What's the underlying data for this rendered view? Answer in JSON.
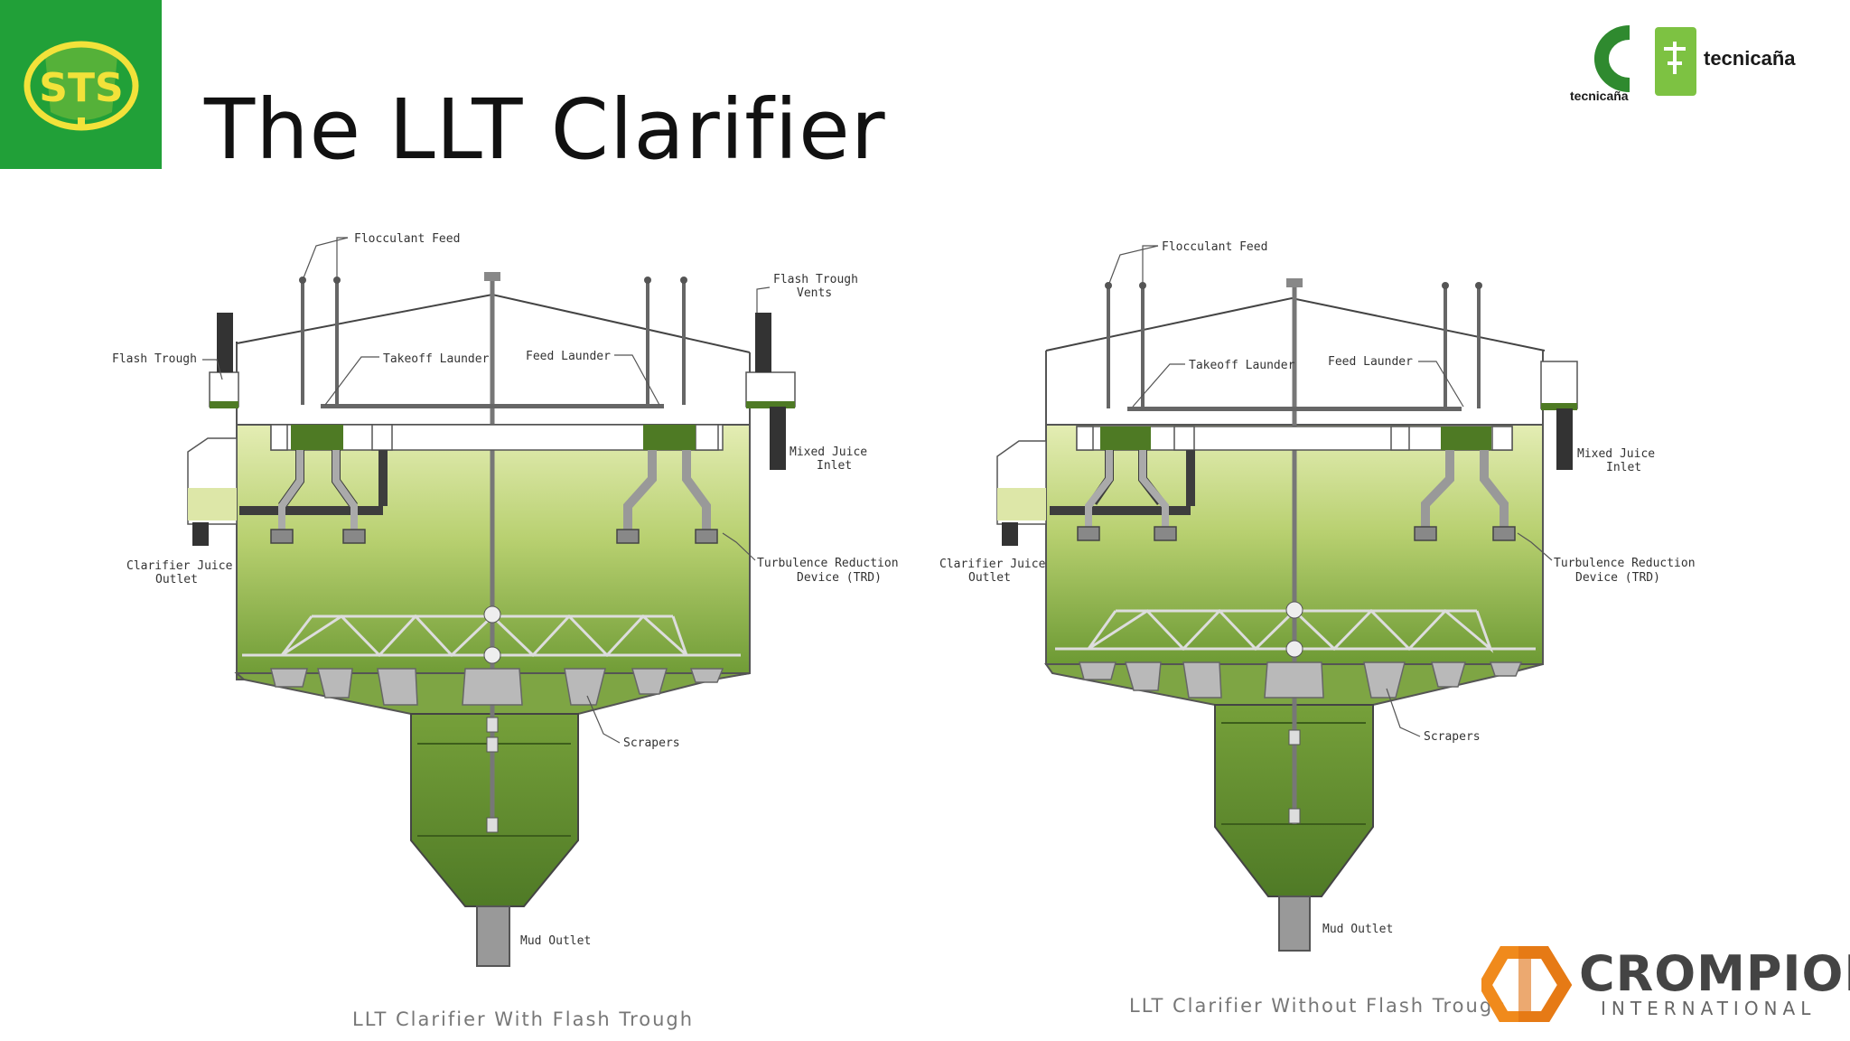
{
  "slide": {
    "title": "The LLT Clarifier"
  },
  "branding": {
    "left_logo_icon": "sts-shield-logo-icon",
    "left_logo_bg": "#21a038",
    "partner_logo_1_text": "tecnicaña",
    "partner_logo_2_text": "tecnicaña",
    "footer_logo": {
      "name": "CROMPION",
      "subtitle": "INTERNATIONAL",
      "icon": "hexagon-logo-icon",
      "accent": "#f08a1c"
    }
  },
  "diagrams": [
    {
      "caption": "LLT Clarifier With Flash Trough",
      "labels": {
        "flocculant_feed": "Flocculant Feed",
        "flash_trough_vents_1": "Flash Trough",
        "flash_trough_vents_2": "Vents",
        "flash_trough": "Flash Trough",
        "takeoff_launder": "Takeoff Launder",
        "feed_launder": "Feed Launder",
        "mixed_juice_1": "Mixed Juice",
        "mixed_juice_2": "Inlet",
        "clarifier_juice_1": "Clarifier Juice",
        "clarifier_juice_2": "Outlet",
        "trd_1": "Turbulence Reduction",
        "trd_2": "Device (TRD)",
        "scrapers": "Scrapers",
        "mud_outlet": "Mud Outlet"
      }
    },
    {
      "caption": "LLT Clarifier Without Flash Trough",
      "labels": {
        "flocculant_feed": "Flocculant Feed",
        "takeoff_launder": "Takeoff Launder",
        "feed_launder": "Feed Launder",
        "mixed_juice_1": "Mixed Juice",
        "mixed_juice_2": "Inlet",
        "clarifier_juice_1": "Clarifier Juice",
        "clarifier_juice_2": "Outlet",
        "trd_1": "Turbulence Reduction",
        "trd_2": "Device (TRD)",
        "scrapers": "Scrapers",
        "mud_outlet": "Mud Outlet"
      }
    }
  ],
  "colors": {
    "liquid_light": "#dce8a4",
    "liquid_mid": "#a8c45a",
    "liquid_dark": "#5e8c2a"
  }
}
